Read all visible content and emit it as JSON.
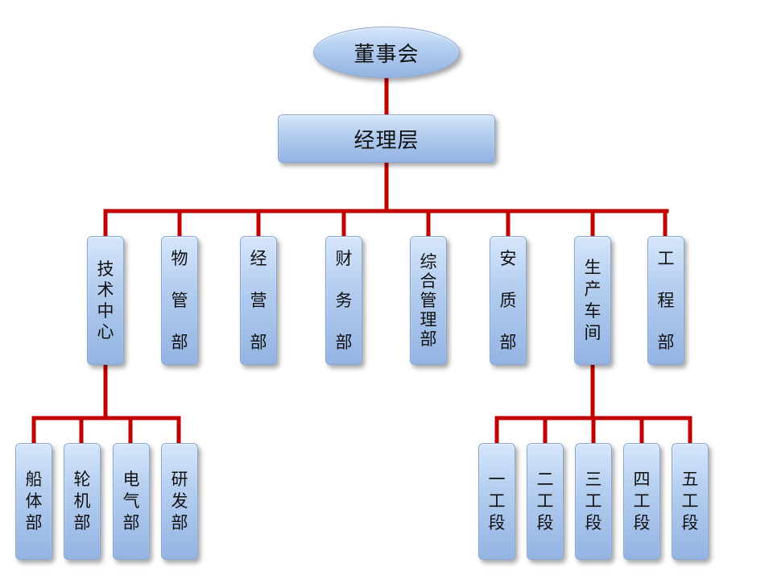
{
  "root": {
    "label": "董事会"
  },
  "manager": {
    "label": "经理层"
  },
  "departments": [
    {
      "id": "tech",
      "label": "技\n术\n中\n心"
    },
    {
      "id": "material",
      "label": "物\n\n管\n\n部"
    },
    {
      "id": "business",
      "label": "经\n\n营\n\n部"
    },
    {
      "id": "finance",
      "label": "财\n\n务\n\n部"
    },
    {
      "id": "general",
      "label": "综\n合\n管\n理\n部"
    },
    {
      "id": "safety",
      "label": "安\n\n质\n\n部"
    },
    {
      "id": "workshop",
      "label": "生\n产\n车\n间"
    },
    {
      "id": "engineering",
      "label": "工\n\n程\n\n部"
    }
  ],
  "tech_subunits": [
    {
      "id": "hull",
      "label": "船\n体\n部"
    },
    {
      "id": "turbine",
      "label": "轮\n机\n部"
    },
    {
      "id": "electric",
      "label": "电\n气\n部"
    },
    {
      "id": "rnd",
      "label": "研\n发\n部"
    }
  ],
  "workshop_sections": [
    {
      "id": "sec1",
      "label": "一\n工\n段"
    },
    {
      "id": "sec2",
      "label": "二\n工\n段"
    },
    {
      "id": "sec3",
      "label": "三\n工\n段"
    },
    {
      "id": "sec4",
      "label": "四\n工\n段"
    },
    {
      "id": "sec5",
      "label": "五\n工\n段"
    }
  ],
  "colors": {
    "connector": "#c00000",
    "box_top": "#d6e6fb",
    "box_bottom": "#93b3e2",
    "box_border": "#88a6d4"
  }
}
